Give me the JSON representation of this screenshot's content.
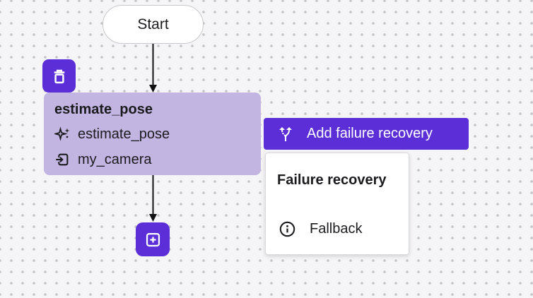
{
  "colors": {
    "canvas_bg": "#F5F4F6",
    "dot": "#C7C6CA",
    "purple": "#5B2ED8",
    "node_bg": "#C2B5E2",
    "text": "#1B1B1E",
    "panel_border": "#D9D9DC",
    "start_border": "#C8C8CC",
    "arrow": "#111111"
  },
  "start_node": {
    "label": "Start"
  },
  "node_toolbar": {
    "delete_icon": "trash-icon"
  },
  "task_node": {
    "title": "estimate_pose",
    "skill": {
      "icon": "sparkle-icon",
      "label": "estimate_pose"
    },
    "resource": {
      "icon": "input-icon",
      "label": "my_camera"
    }
  },
  "add_failure_recovery_button": {
    "icon": "branch-icon",
    "label": "Add failure recovery"
  },
  "failure_recovery_panel": {
    "title": "Failure recovery",
    "options": [
      {
        "icon": "info-icon",
        "label": "Fallback"
      }
    ]
  },
  "add_step_button": {
    "icon": "plus-box-icon"
  }
}
